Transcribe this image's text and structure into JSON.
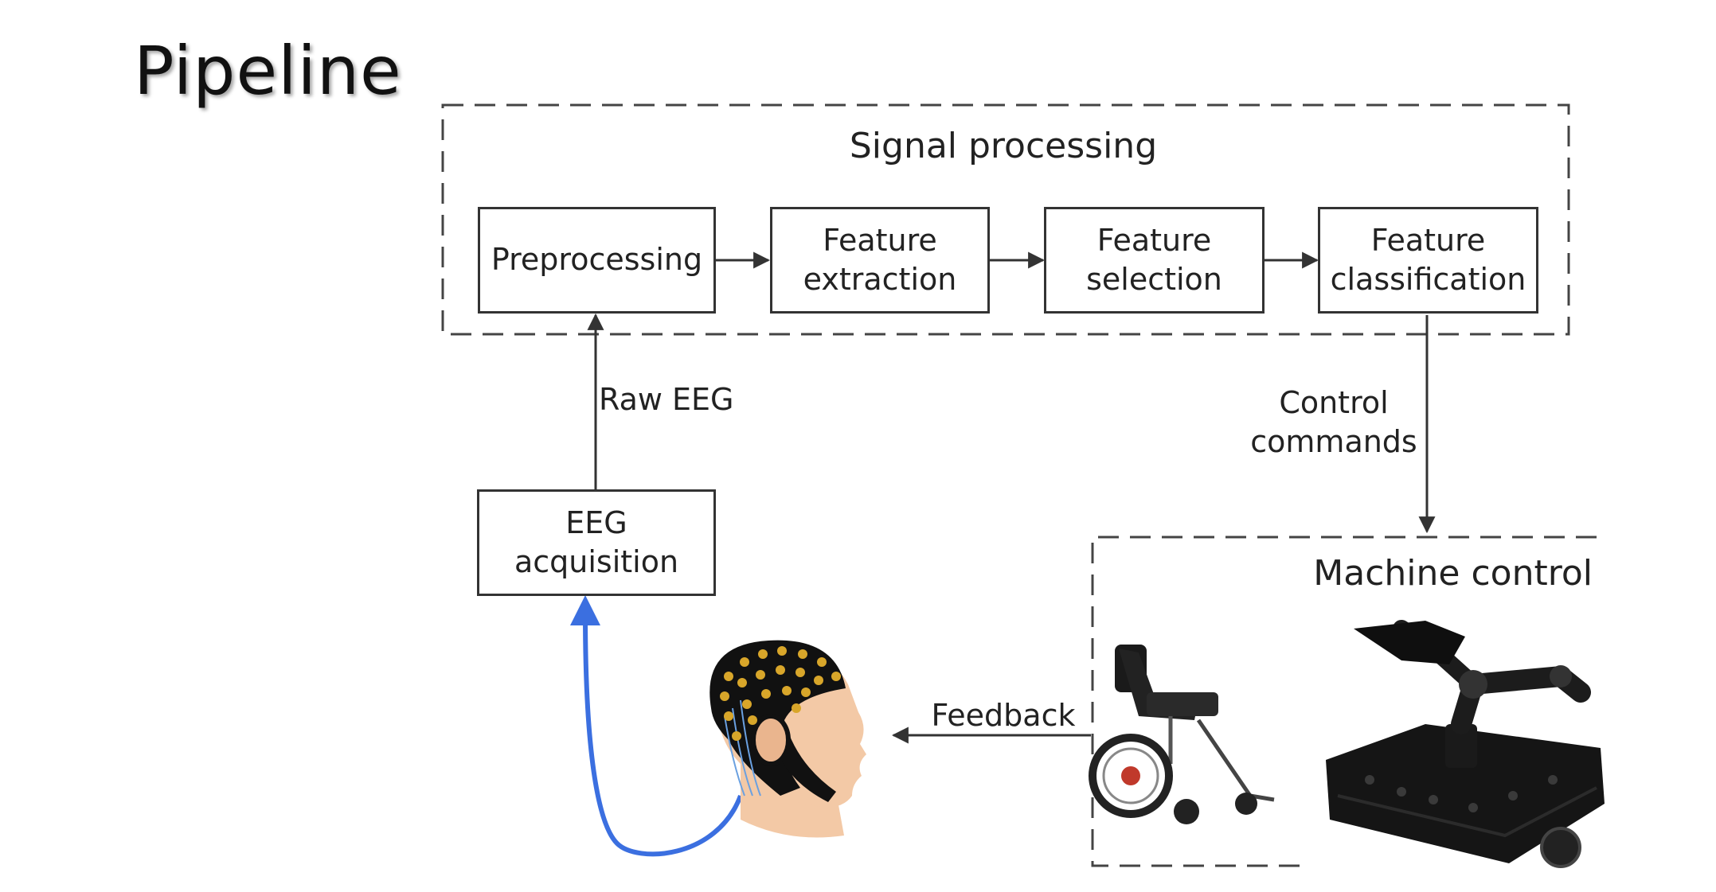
{
  "slide": {
    "title": "Pipeline"
  },
  "diagram": {
    "signal_processing": {
      "label": "Signal processing",
      "steps": [
        {
          "label": "Preprocessing"
        },
        {
          "label": "Feature extraction"
        },
        {
          "label": "Feature selection"
        },
        {
          "label": "Feature classification"
        }
      ]
    },
    "acquisition": {
      "label": "EEG acquisition"
    },
    "edges": {
      "raw_eeg": "Raw EEG",
      "control_commands": "Control commands",
      "feedback": "Feedback"
    },
    "machine_control": {
      "label": "Machine control",
      "images": [
        "wheelchair",
        "mobile-robot-arm"
      ]
    },
    "colors": {
      "line": "#333333",
      "feedback_arrow": "#3b6fe0",
      "electrode": "#d8a62a",
      "cap": "#111111",
      "skin": "#f3c9a6"
    }
  }
}
